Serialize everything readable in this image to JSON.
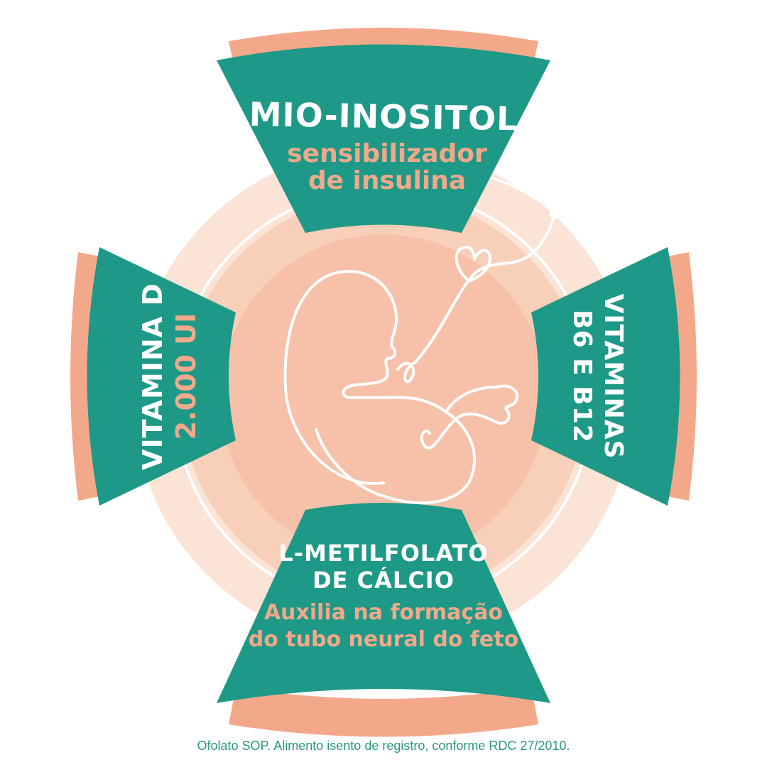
{
  "colors": {
    "teal": "#1f9987",
    "peach_band": "#f4a88a",
    "circle_outer": "#fbe3d6",
    "circle_mid": "#f8cbb4",
    "circle_inner": "#f6bfa6",
    "line": "#ffffff"
  },
  "illustration": {
    "icon": "fetus-with-heart-cord-icon"
  },
  "panels": {
    "top": {
      "title": "MIO-INOSITOL",
      "subtitle_1": "sensibilizador",
      "subtitle_2": "de insulina"
    },
    "left": {
      "title": "VITAMINA D",
      "subtitle": "2.000 UI"
    },
    "right": {
      "title_1": "VITAMINAS",
      "title_2": "B6 E B12"
    },
    "bottom": {
      "title_1": "L-METILFOLATO",
      "title_2": "DE CÁLCIO",
      "subtitle_1": "Auxilia na formação",
      "subtitle_2": "do tubo neural do feto"
    }
  },
  "footer": {
    "text": "Ofolato SOP. Alimento isento de registro, conforme RDC 27/2010."
  }
}
